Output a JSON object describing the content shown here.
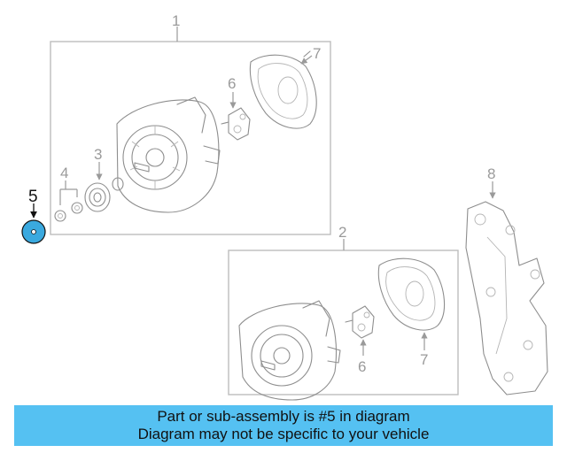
{
  "diagram": {
    "callouts": {
      "c1": "1",
      "c2": "2",
      "c3": "3",
      "c4": "4",
      "c5": "5",
      "c6a": "6",
      "c6b": "6",
      "c7a": "7",
      "c7b": "7",
      "c8": "8"
    },
    "highlight_color": "#3aa9df",
    "banner_color": "#55c1f2"
  },
  "banner": {
    "line1": "Part or sub-assembly is #5 in diagram",
    "line2": "Diagram may not be specific to your vehicle"
  }
}
